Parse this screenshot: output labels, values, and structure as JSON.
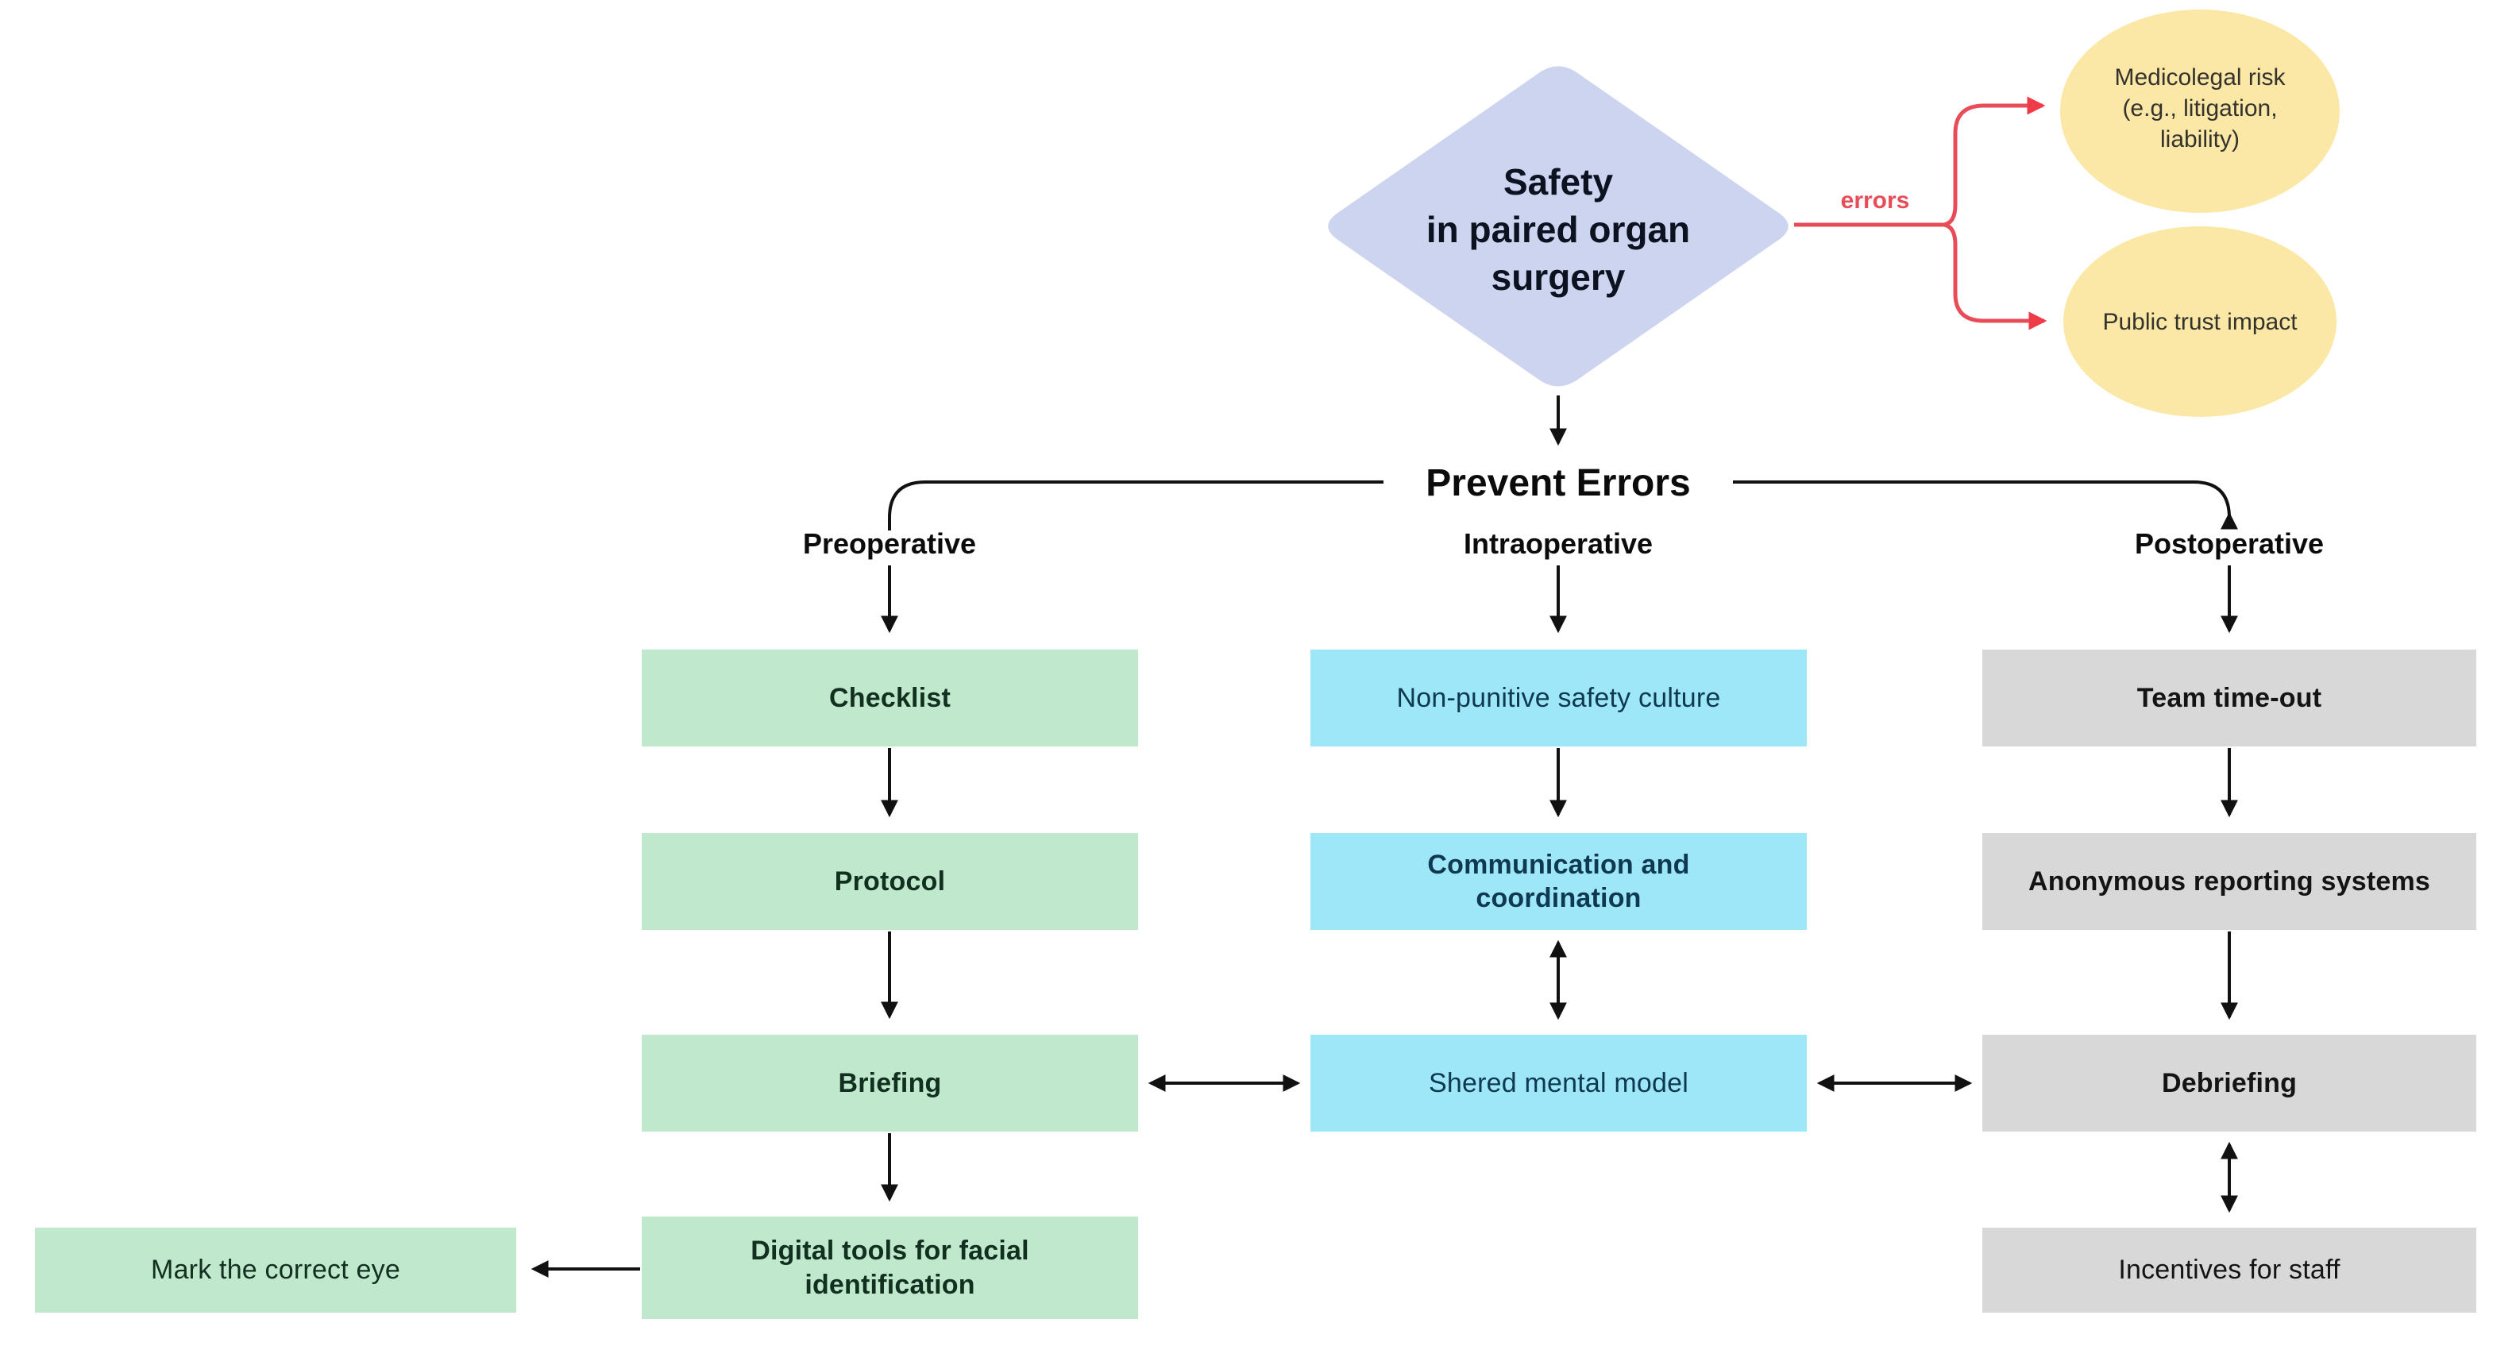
{
  "title": "Safety in paired organ surgery flowchart",
  "colors": {
    "diamond_fill": "#ccd4f0",
    "ellipse_fill": "#fbe8a6",
    "preoperative_fill": "#bfe8cd",
    "intraoperative_fill": "#9de7f8",
    "postoperative_fill": "#d8d8d8",
    "error_red": "#e84c58",
    "line_black": "#111111"
  },
  "nodes": {
    "root": {
      "lines": [
        "Safety",
        "in paired organ",
        "surgery"
      ]
    },
    "prevent_errors": "Prevent Errors",
    "outcomes": [
      {
        "lines": [
          "Medicolegal risk",
          "(e.g., litigation,",
          "liability)"
        ]
      },
      {
        "label": "Public trust impact"
      }
    ]
  },
  "edges": {
    "errors_label": "errors",
    "connections": [
      "root -errors-> Medicolegal risk (e.g., litigation, liability)",
      "root -errors-> Public trust impact",
      "root -> Prevent Errors",
      "Prevent Errors -> Preoperative -> Checklist -> Protocol -> Briefing -> Digital tools for facial identification -> Mark the correct eye",
      "Prevent Errors -> Intraoperative -> Non-punitive safety culture -> Communication and coordination <-> Shered mental model",
      "Prevent Errors -> Postoperative -> Team time-out -> Anonymous reporting systems -> Debriefing <-> Incentives for staff",
      "Briefing <-> Shered mental model <-> Debriefing"
    ]
  },
  "columns": [
    {
      "id": "preoperative",
      "label": "Preoperative",
      "boxes": [
        {
          "label": "Checklist",
          "bold": true
        },
        {
          "label": "Protocol",
          "bold": true
        },
        {
          "label": "Briefing",
          "bold": true
        },
        {
          "label": "Digital tools for facial identification",
          "bold": true
        },
        {
          "label": "Mark the correct eye",
          "bold": false
        }
      ]
    },
    {
      "id": "intraoperative",
      "label": "Intraoperative",
      "boxes": [
        {
          "label": "Non-punitive safety culture",
          "bold": false
        },
        {
          "label": "Communication and coordination",
          "bold": true
        },
        {
          "label": "Shered mental model",
          "bold": false
        }
      ]
    },
    {
      "id": "postoperative",
      "label": "Postoperative",
      "boxes": [
        {
          "label": "Team time-out",
          "bold": true
        },
        {
          "label": "Anonymous reporting systems",
          "bold": true
        },
        {
          "label": "Debriefing",
          "bold": true
        },
        {
          "label": "Incentives for staff",
          "bold": false
        }
      ]
    }
  ]
}
